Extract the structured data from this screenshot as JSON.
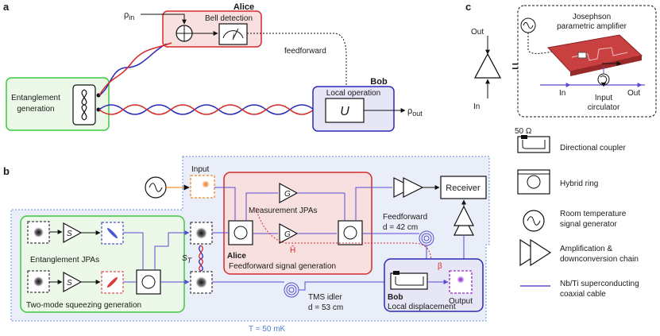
{
  "panel_a": {
    "letter": "a",
    "rho_in": "ρ",
    "rho_in_sub": "in",
    "alice": "Alice",
    "bell_detection": "Bell detection",
    "meter_i": "i",
    "feedforward": "feedforward",
    "bob": "Bob",
    "local_operation": "Local   operation",
    "unitary": "U",
    "rho_out": "ρ",
    "rho_out_sub": "out",
    "entanglement_generation_1": "Entanglement",
    "entanglement_generation_2": "generation"
  },
  "panel_b": {
    "letter": "b",
    "input": "Input",
    "gain_top": "G",
    "gain_bottom": "G",
    "measurement_jpas": "Measurement JPAs",
    "receiver": "Receiver",
    "feedforward_1": "Feedforward",
    "feedforward_2": "d = 42 cm",
    "squeeze_top": "S",
    "squeeze_bottom": "S",
    "entanglement_jpas": "Entanglement JPAs",
    "st_label": "S",
    "st_sub": "T",
    "h_hat": "Ĥ",
    "alice": "Alice",
    "ff_signal_generation": "Feedforward signal generation",
    "beta": "β",
    "tms_idler_1": "TMS idler",
    "tms_idler_2": "d = 53 cm",
    "output": "Output",
    "bob": "Bob",
    "local_displacement": "Local displacement",
    "two_mode_squeezing": "Two-mode squeezing generation",
    "temperature": "T = 50 mK"
  },
  "panel_c": {
    "letter": "c",
    "out": "Out",
    "in": "In",
    "equals": "=",
    "jpa_1": "Josephson",
    "jpa_2": "parametric amplifier",
    "in2": "In",
    "out2": "Out",
    "circulator_1": "Input",
    "circulator_2": "circulator"
  },
  "legend": {
    "ohm": "50 Ω",
    "directional_coupler": "Directional coupler",
    "hybrid_ring": "Hybrid ring",
    "rt_gen_1": "Room temperature",
    "rt_gen_2": "signal generator",
    "amp_1": "Amplification &",
    "amp_2": "downconversion chain",
    "cable_1": "Nb/Ti superconducting",
    "cable_2": "coaxial cable"
  },
  "colors": {
    "green": "#3ec93e",
    "green_fill": "#ecf9e8",
    "red": "#d62a2a",
    "red_fill": "#f8e0e0",
    "blue": "#2a2ab8",
    "blue_fill": "#e6e6f6",
    "cryo_fill": "#eaeef8",
    "cable": "#5a4bd4",
    "orange": "#f08c2a"
  }
}
